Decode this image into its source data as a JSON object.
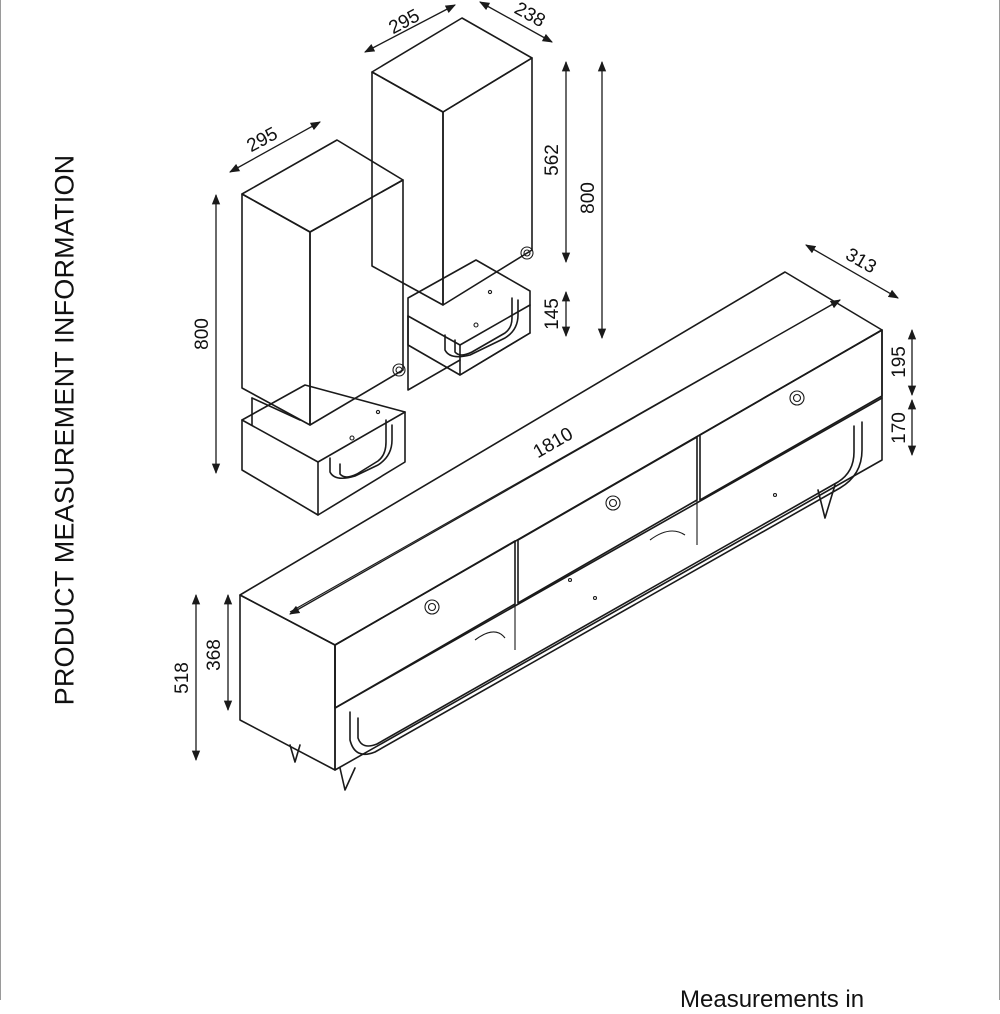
{
  "title": "PRODUCT MEASUREMENT INFORMATION",
  "footer_note": "Measurements in",
  "colors": {
    "line": "#1a1a1a",
    "frame": "#9a9a9a",
    "background": "#ffffff"
  },
  "dimensions": {
    "wall_cabinet_short": {
      "width": "295",
      "height": "800"
    },
    "wall_cabinet_tall": {
      "width": "295",
      "depth": "238",
      "body_height": "562",
      "total_height": "800",
      "base_height": "145"
    },
    "tv_unit": {
      "length": "1810",
      "depth": "313",
      "drawer_height": "195",
      "shelf_height": "170",
      "total_height": "518",
      "body_height": "368"
    }
  }
}
